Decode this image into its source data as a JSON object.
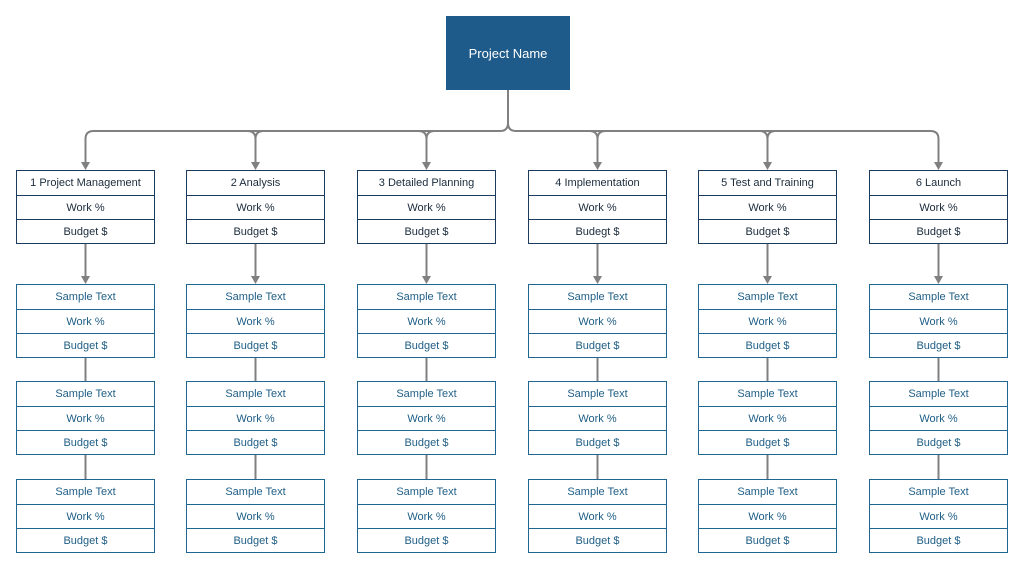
{
  "root": {
    "label": "Project Name"
  },
  "phases": [
    {
      "title": "1 Project Management",
      "work": "Work %",
      "budget": "Budget $",
      "children": [
        {
          "title": "Sample Text",
          "work": "Work %",
          "budget": "Budget $"
        },
        {
          "title": "Sample Text",
          "work": "Work %",
          "budget": "Budget $"
        },
        {
          "title": "Sample Text",
          "work": "Work %",
          "budget": "Budget $"
        }
      ]
    },
    {
      "title": "2 Analysis",
      "work": "Work %",
      "budget": "Budget $",
      "children": [
        {
          "title": "Sample Text",
          "work": "Work %",
          "budget": "Budget $"
        },
        {
          "title": "Sample Text",
          "work": "Work %",
          "budget": "Budget $"
        },
        {
          "title": "Sample Text",
          "work": "Work %",
          "budget": "Budget $"
        }
      ]
    },
    {
      "title": "3 Detailed Planning",
      "work": "Work %",
      "budget": "Budget $",
      "children": [
        {
          "title": "Sample Text",
          "work": "Work %",
          "budget": "Budget $"
        },
        {
          "title": "Sample Text",
          "work": "Work %",
          "budget": "Budget $"
        },
        {
          "title": "Sample Text",
          "work": "Work %",
          "budget": "Budget $"
        }
      ]
    },
    {
      "title": "4 Implementation",
      "work": "Work %",
      "budget": "Budegt $",
      "children": [
        {
          "title": "Sample Text",
          "work": "Work %",
          "budget": "Budget $"
        },
        {
          "title": "Sample Text",
          "work": "Work %",
          "budget": "Budget $"
        },
        {
          "title": "Sample Text",
          "work": "Work %",
          "budget": "Budget $"
        }
      ]
    },
    {
      "title": "5 Test  and Training",
      "work": "Work %",
      "budget": "Budget $",
      "children": [
        {
          "title": "Sample Text",
          "work": "Work %",
          "budget": "Budget $"
        },
        {
          "title": "Sample Text",
          "work": "Work %",
          "budget": "Budget $"
        },
        {
          "title": "Sample Text",
          "work": "Work %",
          "budget": "Budget $"
        }
      ]
    },
    {
      "title": "6 Launch",
      "work": "Work %",
      "budget": "Budget $",
      "children": [
        {
          "title": "Sample Text",
          "work": "Work %",
          "budget": "Budget $"
        },
        {
          "title": "Sample Text",
          "work": "Work %",
          "budget": "Budget $"
        },
        {
          "title": "Sample Text",
          "work": "Work %",
          "budget": "Budget $"
        }
      ]
    }
  ],
  "colors": {
    "root_fill": "#1e5a8a",
    "phase_border": "#1a3b5c",
    "child_border": "#1f6690",
    "connector": "#808080"
  }
}
